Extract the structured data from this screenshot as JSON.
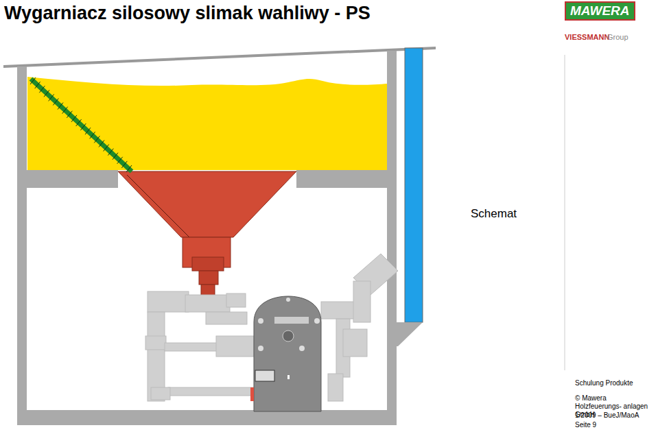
{
  "diagram": {
    "title": "Wygarniacz silosowy slimak wahliwy - PS",
    "nodes": [
      {
        "text": [
          "MAWERA"
        ]
      }
    ],
    "labels": [
      "VIESSMANN",
      "Group",
      "Schemat",
      "Schulung Produkte",
      "© Mawera Holzfeuerungs- anlagen GmbH",
      "1/2009 – BueJ/MaoA",
      "Seite 9"
    ]
  }
}
